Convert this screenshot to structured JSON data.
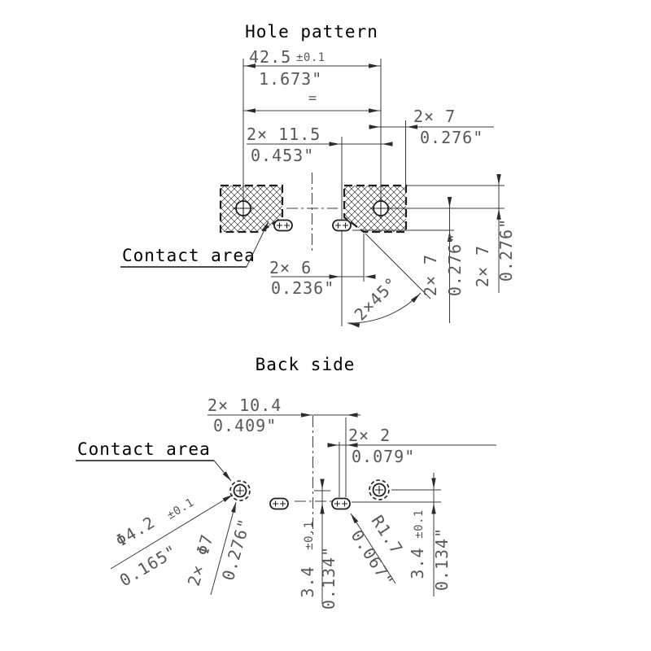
{
  "hole_pattern": {
    "title": "Hole pattern",
    "contact_label": "Contact area",
    "dim_width_mm": "42.5",
    "dim_width_tol": "±0.1",
    "dim_width_in": "1.673\"",
    "dim_equal": "=",
    "dim_pitch_mm": "2× 11.5",
    "dim_pitch_in": "0.453\"",
    "dim_edge_mm": "2× 7",
    "dim_edge_in": "0.276\"",
    "dim_slot_mm": "2× 6",
    "dim_slot_in": "0.236\"",
    "dim_chamfer": "2×45°",
    "dim_vert1_mm": "2× 7",
    "dim_vert1_in": "0.276\"",
    "dim_vert2_mm": "2× 7",
    "dim_vert2_in": "0.276\""
  },
  "back_side": {
    "title": "Back side",
    "contact_label": "Contact area",
    "dim_offset_mm": "2× 10.4",
    "dim_offset_in": "0.409\"",
    "dim_pin_mm": "2× 2",
    "dim_pin_in": "0.079\"",
    "dim_hole_dia_mm": "Φ4.2",
    "dim_hole_dia_tol": "±0.1",
    "dim_hole_dia_in": "0.165\"",
    "dim_contact_dia_mm": "2× Φ7",
    "dim_contact_dia_in": "0.276\"",
    "dim_radius_mm": "R1.7",
    "dim_radius_in": "0.067\"",
    "dim_left_mm": "3.4",
    "dim_left_tol": "±0.1",
    "dim_left_in": "0.134\"",
    "dim_right_mm": "3.4",
    "dim_right_tol": "±0.1",
    "dim_right_in": "0.134\""
  },
  "colors": {
    "background": "#ffffff",
    "line": "#3a3a3a",
    "shape_line": "#1f1f1f",
    "dim_text": "#585858",
    "label_text": "#000000"
  }
}
